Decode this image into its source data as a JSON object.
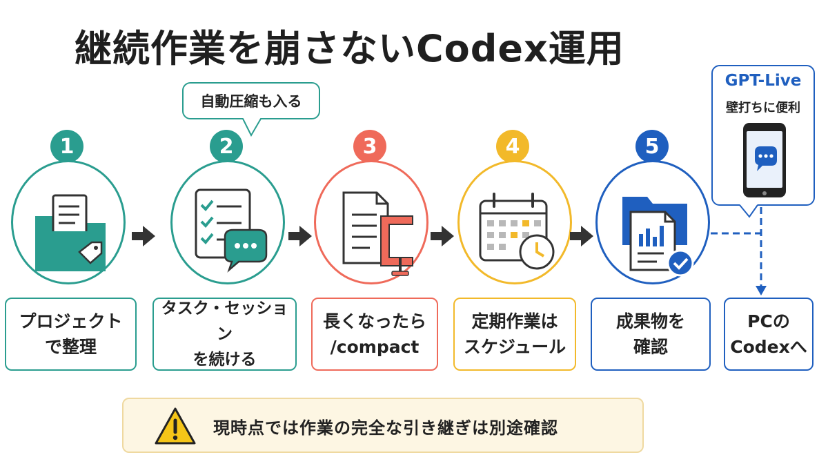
{
  "title": "継続作業を崩さないCodex運用",
  "bubble": "自動圧縮も入る",
  "steps": [
    {
      "num": "1",
      "line1": "プロジェクト",
      "line2": "で整理",
      "color": "#2a9d8f",
      "icon": "folder-document-tag-icon"
    },
    {
      "num": "2",
      "line1": "タスク・セッション",
      "line2": "を続ける",
      "color": "#2a9d8f",
      "icon": "checklist-chat-icon"
    },
    {
      "num": "3",
      "line1": "長くなったら",
      "line2": "/compact",
      "color": "#ef6a5a",
      "icon": "document-clamp-icon"
    },
    {
      "num": "4",
      "line1": "定期作業は",
      "line2": "スケジュール",
      "color": "#f2b92a",
      "icon": "calendar-clock-icon"
    },
    {
      "num": "5",
      "line1": "成果物を",
      "line2": "確認",
      "color": "#1f5fbf",
      "icon": "folder-report-check-icon"
    }
  ],
  "phone": {
    "title": "GPT-Live",
    "subtitle": "壁打ちに便利",
    "icon": "smartphone-chat-icon"
  },
  "pc": {
    "line1": "PCの",
    "line2": "Codexへ",
    "color": "#1f5fbf"
  },
  "warning": {
    "text": "現時点では作業の完全な引き継ぎは別途確認",
    "icon": "warning-triangle-icon"
  }
}
